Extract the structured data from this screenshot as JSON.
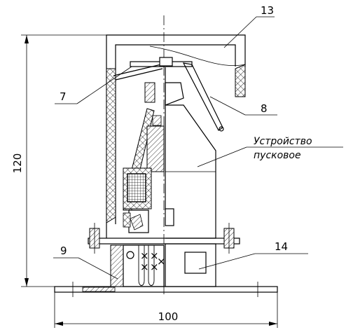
{
  "drawing": {
    "callouts": {
      "c13": "13",
      "c7": "7",
      "c8": "8",
      "c9": "9",
      "c14": "14",
      "device_line1": "Устройство",
      "device_line2": "пусковое"
    },
    "dimensions": {
      "height": "120",
      "width": "100"
    }
  }
}
